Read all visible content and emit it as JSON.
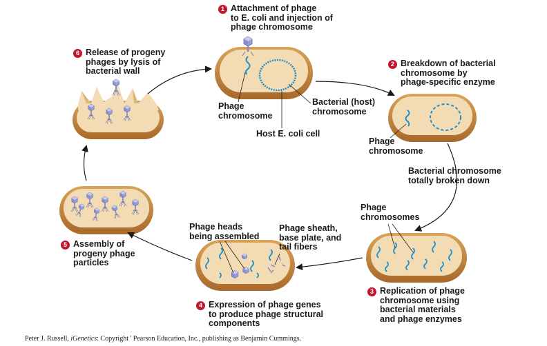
{
  "steps": [
    {
      "num": "1",
      "lines": [
        "Attachment of phage",
        "to E. coli and injection of",
        "phage chromosome"
      ]
    },
    {
      "num": "2",
      "lines": [
        "Breakdown of bacterial",
        "chromosome by",
        "phage-specific enzyme"
      ]
    },
    {
      "num": "3",
      "lines": [
        "Replication of phage",
        "chromosome using",
        "bacterial materials",
        "and phage enzymes"
      ]
    },
    {
      "num": "4",
      "lines": [
        "Expression of phage genes",
        "to produce phage structural",
        "components"
      ]
    },
    {
      "num": "5",
      "lines": [
        "Assembly of",
        "progeny phage",
        "particles"
      ]
    },
    {
      "num": "6",
      "lines": [
        "Release of progeny",
        "phages by lysis of",
        "bacterial wall"
      ]
    }
  ],
  "labels": {
    "phage_chromosome_1": [
      "Phage",
      "chromosome"
    ],
    "bacterial_host_chromosome": [
      "Bacterial (host)",
      "chromosome"
    ],
    "host_ecoli_cell": "Host E. coli cell",
    "phage_chromosome_2": [
      "Phage",
      "chromosome"
    ],
    "bacterial_chromosome_broken": [
      "Bacterial chromosome",
      "totally broken down"
    ],
    "phage_chromosomes": [
      "Phage",
      "chromosomes"
    ],
    "phage_heads": [
      "Phage heads",
      "being assembled"
    ],
    "phage_sheath": [
      "Phage sheath,",
      "base plate, and",
      "tail fibers"
    ]
  },
  "credit": {
    "author": "Peter J. Russell, ",
    "title": "iGenetics",
    "rest": ": Copyright ' Pearson Education, Inc., publishing as Benjamin Cummings."
  },
  "colors": {
    "cell_fill": "#f3dcb4",
    "cell_rim": "#c68a3c",
    "dna": "#1d8fcf",
    "phage_head": "#9aa0d6",
    "badge": "#c0162e"
  }
}
